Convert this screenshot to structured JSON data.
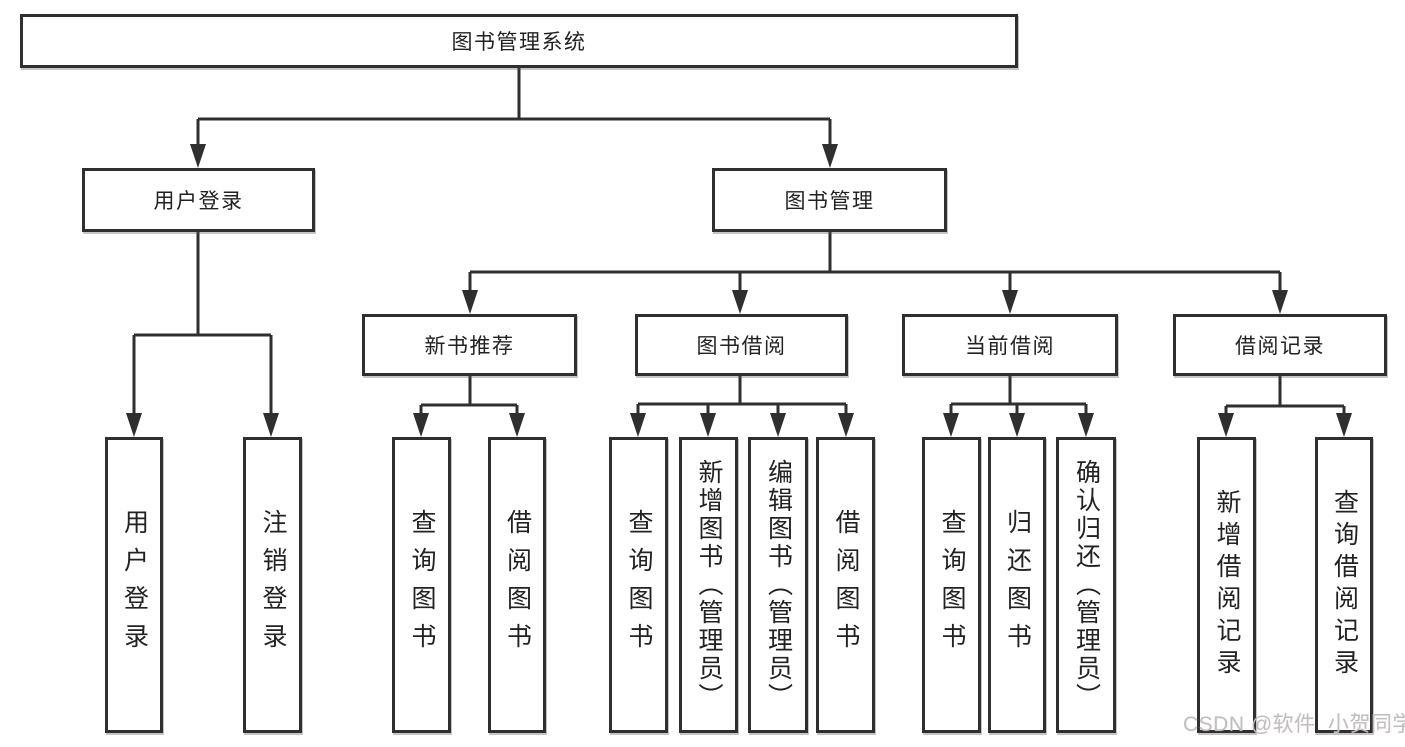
{
  "tree": {
    "root": "图书管理系统",
    "children": [
      {
        "label": "用户登录",
        "children": [
          "用户登录",
          "注销登录"
        ]
      },
      {
        "label": "图书管理",
        "children": [
          {
            "label": "新书推荐",
            "children": [
              "查询图书",
              "借阅图书"
            ]
          },
          {
            "label": "图书借阅",
            "children": [
              "查询图书",
              "新增图书（管理员）",
              "编辑图书（管理员）",
              "借阅图书"
            ]
          },
          {
            "label": "当前借阅",
            "children": [
              "查询图书",
              "归还图书",
              "确认归还（管理员）"
            ]
          },
          {
            "label": "借阅记录",
            "children": [
              "新增借阅记录",
              "查询借阅记录"
            ]
          }
        ]
      }
    ]
  },
  "watermark": {
    "text": "CSDN @软件_小贺同学"
  },
  "colors": {
    "line": "#2f2f2f",
    "box_bg": "#ffffff",
    "text": "#222222",
    "watermark": "#bfbfbf"
  }
}
